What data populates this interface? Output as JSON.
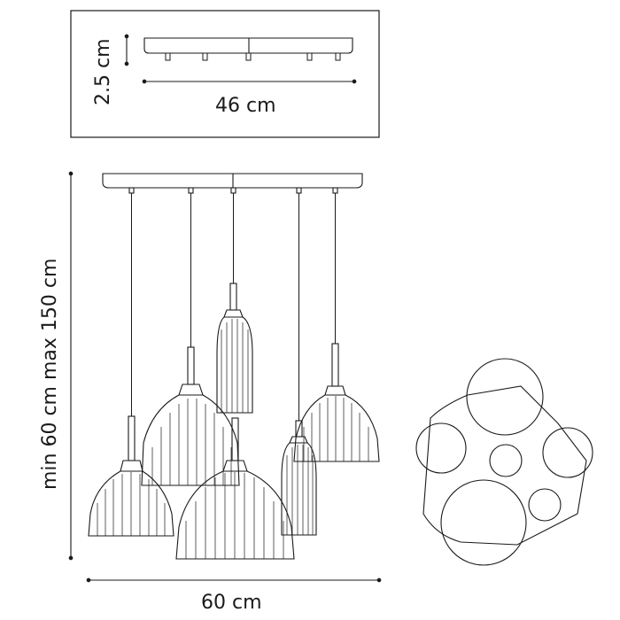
{
  "dimensions": {
    "canopy_height": "2.5 cm",
    "canopy_length": "46 cm",
    "overall_height": "min 60 cm max 150 cm",
    "overall_width": "60 cm"
  },
  "colors": {
    "line": "#1a1a1a",
    "background": "#ffffff"
  }
}
